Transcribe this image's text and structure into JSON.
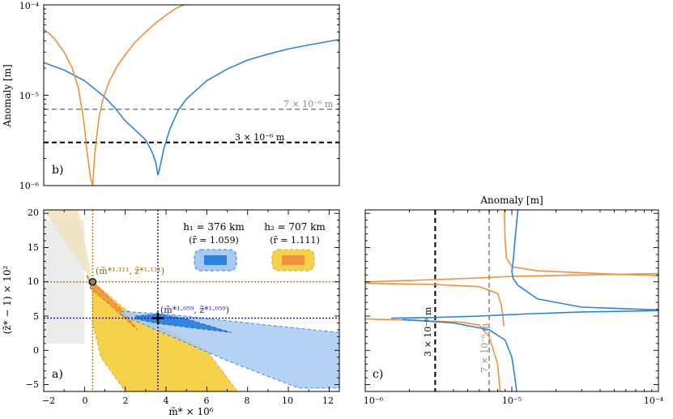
{
  "panels": {
    "b": {
      "panel_label": "b)",
      "ylabel": "Anomaly [m]",
      "ref_labels": {
        "grey": "7 × 10⁻⁶ m",
        "black": "3 × 10⁻⁶ m"
      },
      "y_tick_labels": [
        "10⁻⁶",
        "10⁻⁵",
        "10⁻⁴"
      ]
    },
    "a": {
      "panel_label": "a)",
      "xlabel": "m̃* × 10⁶",
      "ylabel": "(z̃* − 1) × 10²",
      "legend": {
        "h1": "h₁ = 376 km",
        "h1_ratio": "(r̃ = 1.059)",
        "h2": "h₂ = 707 km",
        "h2_ratio": "(r̃ = 1.111)"
      },
      "annotations": {
        "orange_point": "(m̃*¹·¹¹¹, z̃*¹·¹¹¹)",
        "blue_point": "(m̃*¹·⁰⁵⁹, z̃*¹·⁰⁵⁹)"
      },
      "x_tick_labels": [
        "−2",
        "0",
        "2",
        "4",
        "6",
        "8",
        "10",
        "12"
      ],
      "y_tick_labels": [
        "−5",
        "0",
        "5",
        "10",
        "15",
        "20"
      ]
    },
    "c": {
      "panel_label": "c)",
      "title": "Anomaly [m]",
      "ref_labels": {
        "black": "3 × 10⁻⁶ m",
        "grey": "7 × 10⁻⁶ m"
      },
      "x_tick_labels": [
        "10⁻⁶",
        "10⁻⁵",
        "10⁻⁴"
      ]
    }
  },
  "colors": {
    "blue": "#2b83e0",
    "orange": "#f0913c",
    "yellow_fill": "#f5d24a",
    "blue_fill": "#a8c9f2",
    "dark_blue": "#1b1bb0",
    "olive": "#b8860b",
    "grey_dash": "#8a8a8a"
  },
  "chart_data": [
    {
      "type": "line",
      "panel": "b",
      "ylabel": "Anomaly [m]",
      "yscale": "log",
      "ylim": [
        1e-06,
        0.0001
      ],
      "xlim": [
        -2,
        12.5
      ],
      "series": [
        {
          "color": "blue",
          "x": [
            -2,
            -1,
            0,
            1,
            1.5,
            2,
            2.5,
            3,
            3.3,
            3.5,
            3.6,
            3.7,
            3.9,
            4.2,
            4.6,
            5,
            6,
            7,
            8,
            9,
            10,
            11,
            12,
            12.5
          ],
          "values": [
            2.3e-05,
            1.9e-05,
            1.45e-05,
            9.5e-06,
            7.2e-06,
            5.2e-06,
            4.1e-06,
            3.2e-06,
            2.4e-06,
            1.8e-06,
            1.3e-06,
            1.6e-06,
            2.6e-06,
            4.3e-06,
            6.8e-06,
            9.1e-06,
            1.45e-05,
            1.95e-05,
            2.45e-05,
            2.85e-05,
            3.25e-05,
            3.6e-05,
            3.95e-05,
            4.15e-05
          ]
        },
        {
          "color": "orange",
          "x": [
            -2,
            -1.5,
            -1,
            -0.6,
            -0.3,
            -0.1,
            0,
            0.1,
            0.3,
            0.4,
            0.5,
            0.7,
            0.9,
            1.2,
            1.6,
            2,
            2.5,
            3,
            3.5,
            4,
            4.5,
            4.9
          ],
          "values": [
            5.4e-05,
            4.3e-05,
            3e-05,
            2e-05,
            1.2e-05,
            6.5e-06,
            4.5e-06,
            2.6e-06,
            1.2e-06,
            1e-06,
            2.2e-06,
            5.5e-06,
            9e-06,
            1.4e-05,
            2.1e-05,
            2.8e-05,
            3.9e-05,
            5e-05,
            6.3e-05,
            7.7e-05,
            9.2e-05,
            0.0001
          ]
        }
      ],
      "reference_lines": [
        {
          "value": 7e-06,
          "color": "grey",
          "style": "dashed"
        },
        {
          "value": 3e-06,
          "color": "black",
          "style": "dashed"
        }
      ]
    },
    {
      "type": "scatter",
      "panel": "a",
      "xlabel": "m̃* × 10⁶",
      "ylabel": "(z̃* − 1) × 10²",
      "xlim": [
        -2,
        12.5
      ],
      "ylim": [
        -6,
        20.5
      ],
      "points": [
        {
          "name": "(m̃*¹·¹¹¹, z̃*¹·¹¹¹)",
          "x": 0.4,
          "y": 10.0
        },
        {
          "name": "(m̃*¹·⁰⁵⁹, z̃*¹·⁰⁵⁹)",
          "x": 3.6,
          "y": 4.7
        }
      ],
      "regions": [
        {
          "fill": "grey",
          "polygon": [
            [
              -2,
              1
            ],
            [
              0,
              1
            ],
            [
              0,
              19
            ],
            [
              -2,
              19
            ]
          ]
        },
        {
          "fill": "beige",
          "polygon": [
            [
              -2,
              20.5
            ],
            [
              -0.3,
              20.5
            ],
            [
              0.2,
              13
            ],
            [
              0.4,
              10
            ],
            [
              -0.5,
              14
            ]
          ]
        },
        {
          "fill": "yellow",
          "polygon": [
            [
              0.4,
              10
            ],
            [
              2,
              6
            ],
            [
              4,
              3
            ],
            [
              6,
              0
            ],
            [
              7.5,
              -6
            ],
            [
              2,
              -6
            ],
            [
              0.8,
              -1
            ],
            [
              0.4,
              4
            ]
          ]
        },
        {
          "fill": "orange",
          "polygon": [
            [
              0.1,
              11
            ],
            [
              0.6,
              9.5
            ],
            [
              1.8,
              6
            ],
            [
              2.6,
              3
            ],
            [
              1.3,
              6.5
            ],
            [
              0.3,
              9
            ]
          ]
        },
        {
          "fill": "light-blue",
          "polygon": [
            [
              1.8,
              5.7
            ],
            [
              4,
              5.3
            ],
            [
              8,
              4
            ],
            [
              12.5,
              2.6
            ],
            [
              12.5,
              -5.5
            ],
            [
              10.5,
              -5.5
            ],
            [
              7,
              -1.5
            ],
            [
              3.5,
              3
            ],
            [
              1.8,
              5.2
            ]
          ]
        },
        {
          "fill": "blue",
          "polygon": [
            [
              2.5,
              5.0
            ],
            [
              3.6,
              5.3
            ],
            [
              5,
              4.6
            ],
            [
              7.2,
              2.6
            ],
            [
              5.5,
              3.2
            ],
            [
              3.6,
              3.9
            ],
            [
              2.5,
              4.6
            ]
          ]
        }
      ],
      "reference_lines": [
        {
          "axis": "x",
          "value": 0.4,
          "color": "olive"
        },
        {
          "axis": "y",
          "value": 10.0,
          "color": "olive"
        },
        {
          "axis": "x",
          "value": 3.6,
          "color": "dark_blue"
        },
        {
          "axis": "y",
          "value": 4.7,
          "color": "dark_blue"
        }
      ]
    },
    {
      "type": "line",
      "panel": "c",
      "title": "Anomaly [m]",
      "xscale": "log",
      "xlim": [
        1e-06,
        0.0001
      ],
      "ylim": [
        -6,
        20.5
      ],
      "series": [
        {
          "color": "orange",
          "points": [
            [
              8.3e-06,
              -6
            ],
            [
              8e-06,
              -2
            ],
            [
              7e-06,
              2
            ],
            [
              6e-06,
              3.7
            ],
            [
              4.5e-06,
              4.1
            ],
            [
              2e-06,
              4.4
            ],
            [
              1e-06,
              4.6
            ]
          ]
        },
        {
          "color": "orange",
          "points": [
            [
              1e-06,
              10.0
            ],
            [
              2e-06,
              10.2
            ],
            [
              5e-06,
              10.5
            ],
            [
              1e-05,
              10.8
            ],
            [
              3e-05,
              11.0
            ],
            [
              0.0001,
              11.2
            ]
          ]
        },
        {
          "color": "orange",
          "points": [
            [
              1e-06,
              9.8
            ],
            [
              3e-06,
              9.6
            ],
            [
              6e-06,
              9.3
            ],
            [
              8e-06,
              8.3
            ],
            [
              8.5e-06,
              6.5
            ],
            [
              8.7e-06,
              4.8
            ],
            [
              8.8e-06,
              3.5
            ]
          ]
        },
        {
          "color": "orange",
          "points": [
            [
              8.9e-06,
              20.5
            ],
            [
              9e-06,
              16
            ],
            [
              9.2e-06,
              13.5
            ],
            [
              1e-05,
              12.2
            ],
            [
              1.5e-05,
              11.6
            ],
            [
              4e-05,
              11.2
            ],
            [
              0.0001,
              10.9
            ]
          ]
        },
        {
          "color": "blue",
          "points": [
            [
              1.1e-05,
              20.5
            ],
            [
              1.05e-05,
              16
            ],
            [
              1.02e-05,
              13
            ],
            [
              1e-05,
              11.5
            ],
            [
              1.02e-05,
              10.5
            ],
            [
              1.1e-05,
              9.5
            ],
            [
              1.5e-05,
              7.5
            ],
            [
              3e-05,
              6.3
            ],
            [
              0.0001,
              5.9
            ]
          ]
        },
        {
          "color": "blue",
          "points": [
            [
              1.5e-06,
              4.7
            ],
            [
              3e-06,
              4.8
            ],
            [
              6e-06,
              5.0
            ],
            [
              1.2e-05,
              5.3
            ],
            [
              3e-05,
              5.6
            ],
            [
              0.0001,
              5.8
            ]
          ]
        },
        {
          "color": "blue",
          "points": [
            [
              1.8e-06,
              4.5
            ],
            [
              4e-06,
              4.0
            ],
            [
              7e-06,
              3.0
            ],
            [
              9e-06,
              1.5
            ],
            [
              1e-05,
              -1
            ],
            [
              1.05e-05,
              -4
            ],
            [
              1.08e-05,
              -6
            ]
          ]
        }
      ],
      "reference_lines": [
        {
          "axis": "x",
          "value": 3e-06,
          "color": "black",
          "style": "dashed"
        },
        {
          "axis": "x",
          "value": 7e-06,
          "color": "grey",
          "style": "dashed"
        }
      ]
    }
  ]
}
